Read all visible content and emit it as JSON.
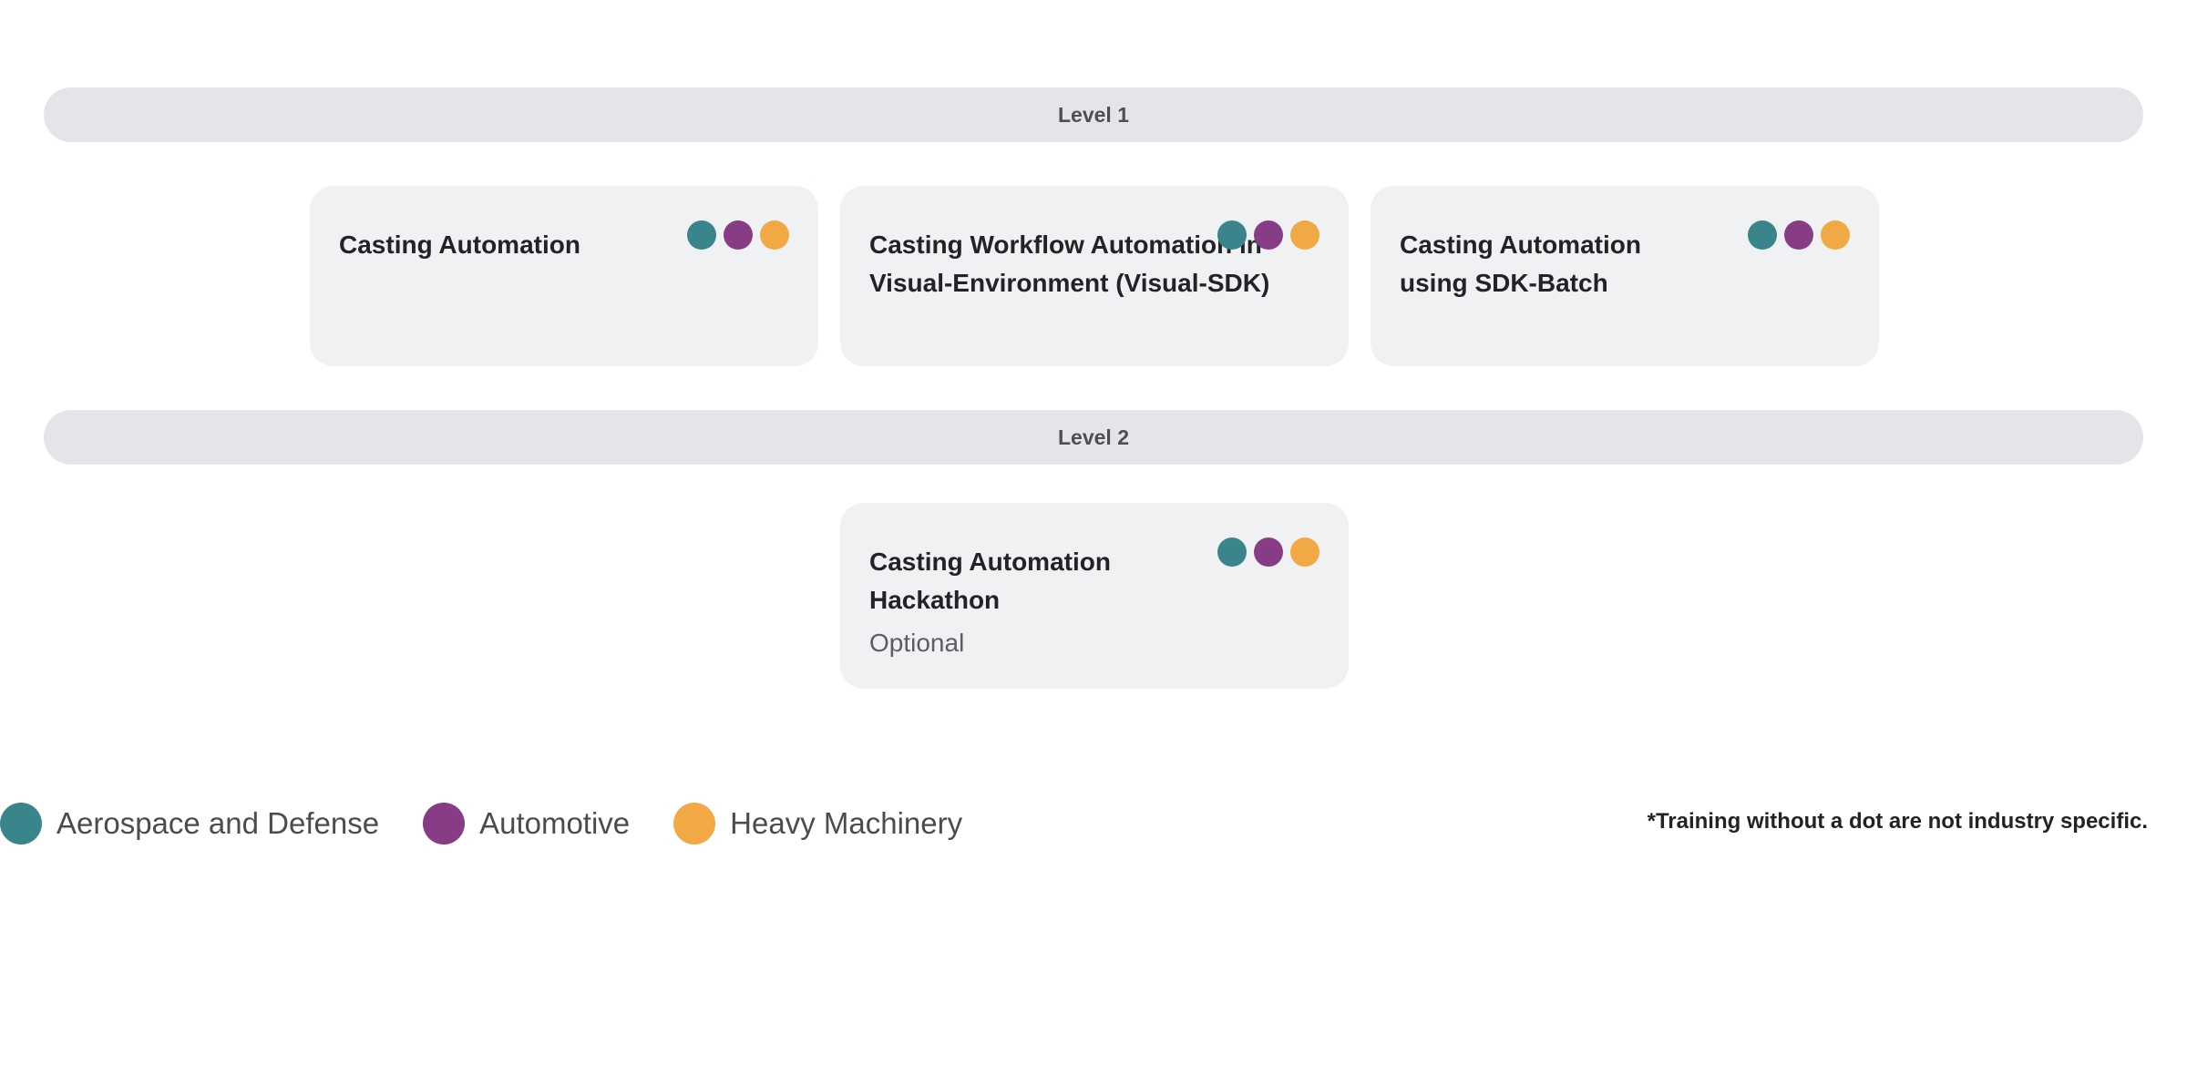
{
  "levels": [
    {
      "label": "Level 1"
    },
    {
      "label": "Level 2"
    }
  ],
  "courses": [
    {
      "title": "Casting Automation",
      "industries": [
        "aerospace",
        "automotive",
        "heavy-machinery"
      ]
    },
    {
      "title": "Casting Workflow Automation in Visual-Environment (Visual-SDK)",
      "industries": [
        "aerospace",
        "automotive",
        "heavy-machinery"
      ]
    },
    {
      "title": "Casting Automation using SDK-Batch",
      "industries": [
        "aerospace",
        "automotive",
        "heavy-machinery"
      ]
    },
    {
      "title": "Casting Automation Hackathon",
      "subtitle": "Optional",
      "industries": [
        "aerospace",
        "automotive",
        "heavy-machinery"
      ]
    }
  ],
  "legend": [
    {
      "label": "Aerospace and Defense",
      "color": "#3a848c"
    },
    {
      "label": "Automotive",
      "color": "#873d86"
    },
    {
      "label": "Heavy Machinery",
      "color": "#f0a945"
    }
  ],
  "footnote": "*Training without a dot are not industry specific."
}
